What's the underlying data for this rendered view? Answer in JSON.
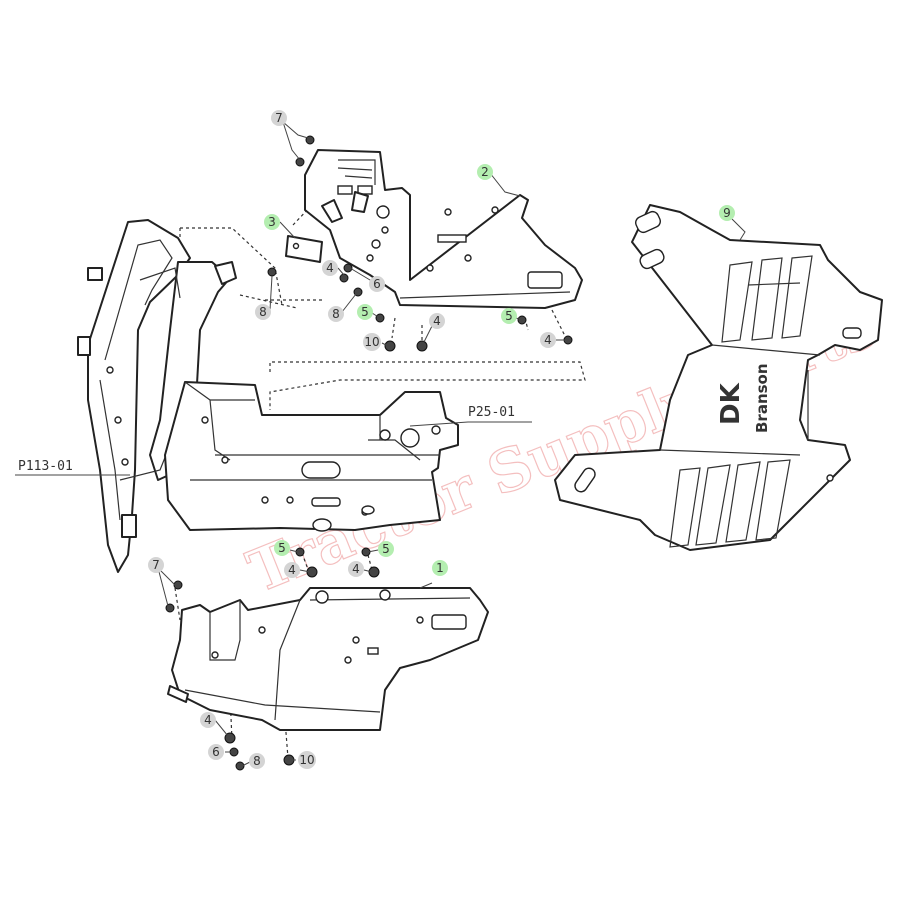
{
  "colors": {
    "callout_plain": "#d4d4d4",
    "callout_highlight": "#b4eeb0",
    "line": "#222222",
    "watermark": "#e04a4a"
  },
  "callouts": {
    "c1": "1",
    "c2": "2",
    "c3": "3",
    "c4a": "4",
    "c4b": "4",
    "c4c": "4",
    "c4d": "4",
    "c4e": "4",
    "c4f": "4",
    "c5a": "5",
    "c5b": "5",
    "c5c": "5",
    "c5d": "5",
    "c6a": "6",
    "c6b": "6",
    "c7a": "7",
    "c7b": "7",
    "c8a": "8",
    "c8b": "8",
    "c8c": "8",
    "c9": "9",
    "c10a": "10",
    "c10b": "10"
  },
  "references": {
    "frame": "P113-01",
    "chassis": "P25-01"
  },
  "panel_branding": {
    "logo": "DK",
    "name": "Branson"
  },
  "watermark": {
    "text": "Tractor Supply Parts"
  }
}
